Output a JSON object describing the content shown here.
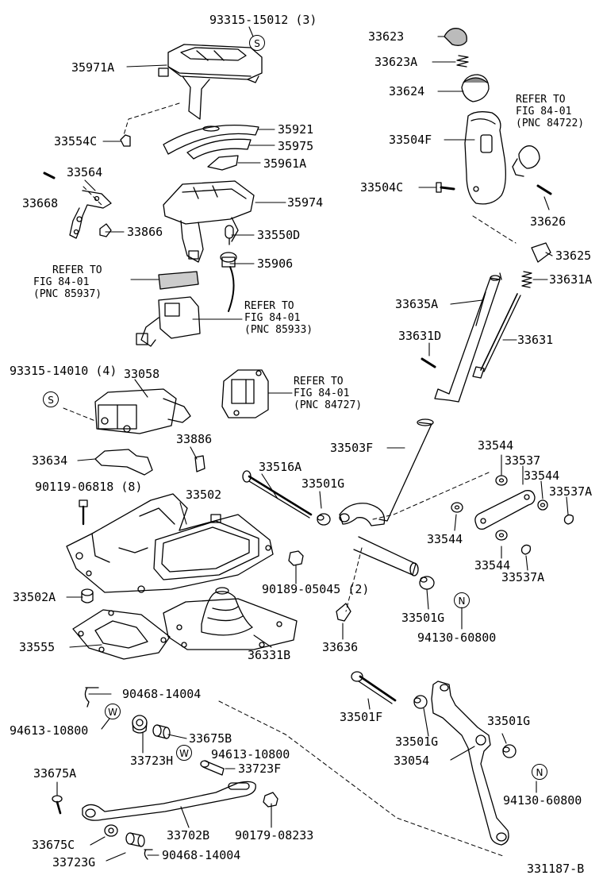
{
  "labels": {
    "p93315_15012": "93315-15012 (3)",
    "p35971a": "35971A",
    "p33554c": "33554C",
    "p35921": "35921",
    "p35975": "35975",
    "p35961a": "35961A",
    "p33564": "33564",
    "p33668": "33668",
    "p35974": "35974",
    "p33866": "33866",
    "p33550d": "33550D",
    "p35906": "35906",
    "p93315_14010": "93315-14010 (4)",
    "p33058": "33058",
    "p33886": "33886",
    "p33634": "33634",
    "p90119_06818": "90119-06818 (8)",
    "p33502": "33502",
    "p33516a": "33516A",
    "p33501g_a": "33501G",
    "p33502a": "33502A",
    "p90189_05045": "90189-05045 (2)",
    "p33555": "33555",
    "p36331b": "36331B",
    "p33636": "33636",
    "p33623": "33623",
    "p33623a": "33623A",
    "p33624": "33624",
    "p33504f": "33504F",
    "p33504c": "33504C",
    "p33626": "33626",
    "p33625": "33625",
    "p33631a": "33631A",
    "p33635a": "33635A",
    "p33631d": "33631D",
    "p33631": "33631",
    "p33503f": "33503F",
    "p33544_a": "33544",
    "p33537": "33537",
    "p33544_b": "33544",
    "p33537a_a": "33537A",
    "p33544_c": "33544",
    "p33544_d": "33544",
    "p33537a_b": "33537A",
    "p33501g_b": "33501G",
    "p94130_60800_a": "94130-60800",
    "p90468_14004_a": "90468-14004",
    "p94613_10800_a": "94613-10800",
    "p33675b": "33675B",
    "p33723h": "33723H",
    "p94613_10800_b": "94613-10800",
    "p33723f": "33723F",
    "p33675a": "33675A",
    "p33702b": "33702B",
    "p90179_08233": "90179-08233",
    "p33675c": "33675C",
    "p33723g": "33723G",
    "p90468_14004_b": "90468-14004",
    "p33501f": "33501F",
    "p33501g_c": "33501G",
    "p33501g_d": "33501G",
    "p33054": "33054",
    "p94130_60800_b": "94130-60800",
    "diagram_id": "331187-B"
  },
  "refs": {
    "r85937": {
      "l1": "REFER TO",
      "l2": "FIG 84-01",
      "l3": "(PNC 85937)"
    },
    "r85933": {
      "l1": "REFER TO",
      "l2": "FIG 84-01",
      "l3": "(PNC 85933)"
    },
    "r84727": {
      "l1": "REFER TO",
      "l2": "FIG 84-01",
      "l3": "(PNC 84727)"
    },
    "r84722": {
      "l1": "REFER TO",
      "l2": "FIG 84-01",
      "l3": "(PNC 84722)"
    }
  },
  "symbols": {
    "s": "S",
    "n": "N",
    "w": "W"
  }
}
